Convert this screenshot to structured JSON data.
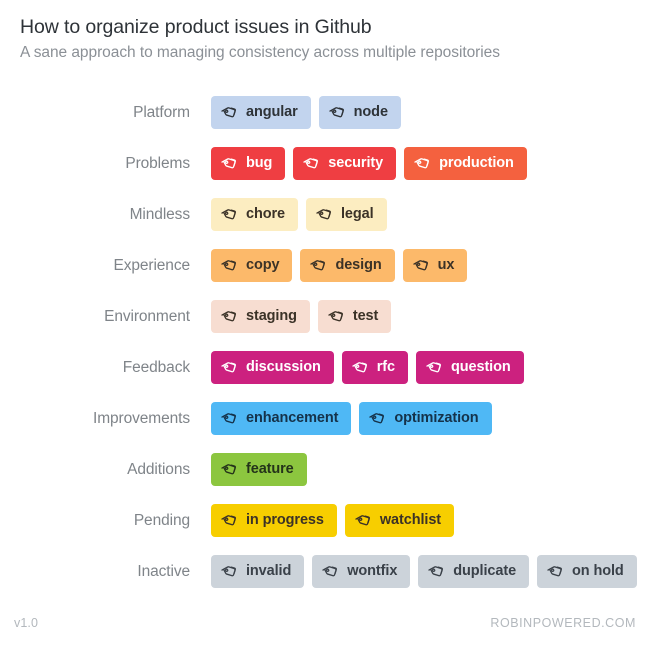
{
  "header": {
    "title": "How to organize product issues in Github",
    "subtitle": "A sane approach to managing consistency across multiple repositories"
  },
  "icon_name": "tag-icon",
  "groups": [
    {
      "label": "Platform",
      "bg": "#c2d4ee",
      "fg": "#2e3338",
      "tags": [
        "angular",
        "node"
      ]
    },
    {
      "label": "Problems",
      "bg": "#ef3e42",
      "fg": "#ffffff",
      "tags": [
        "bug",
        "security"
      ],
      "overrides": [
        {
          "index": 2,
          "label": "production",
          "bg": "#f4613f",
          "fg": "#ffffff"
        }
      ],
      "tags_full": [
        "bug",
        "security",
        "production"
      ]
    },
    {
      "label": "Mindless",
      "bg": "#fcedc1",
      "fg": "#3b3227",
      "tags": [
        "chore",
        "legal"
      ]
    },
    {
      "label": "Experience",
      "bg": "#fcb96a",
      "fg": "#3b3227",
      "tags": [
        "copy",
        "design",
        "ux"
      ]
    },
    {
      "label": "Environment",
      "bg": "#f7ddd1",
      "fg": "#3b3227",
      "tags": [
        "staging",
        "test"
      ]
    },
    {
      "label": "Feedback",
      "bg": "#cc217f",
      "fg": "#ffffff",
      "tags": [
        "discussion",
        "rfc",
        "question"
      ]
    },
    {
      "label": "Improvements",
      "bg": "#4fb8f5",
      "fg": "#15324a",
      "tags": [
        "enhancement",
        "optimization"
      ]
    },
    {
      "label": "Additions",
      "bg": "#8cc63f",
      "fg": "#24331a",
      "tags": [
        "feature"
      ]
    },
    {
      "label": "Pending",
      "bg": "#f7ce00",
      "fg": "#3b3227",
      "tags": [
        "in progress",
        "watchlist"
      ]
    },
    {
      "label": "Inactive",
      "bg": "#ccd3da",
      "fg": "#3a4149",
      "tags": [
        "invalid",
        "wontfix",
        "duplicate",
        "on hold"
      ]
    }
  ],
  "footer": {
    "version": "v1.0",
    "brand": "ROBINPOWERED.COM"
  }
}
